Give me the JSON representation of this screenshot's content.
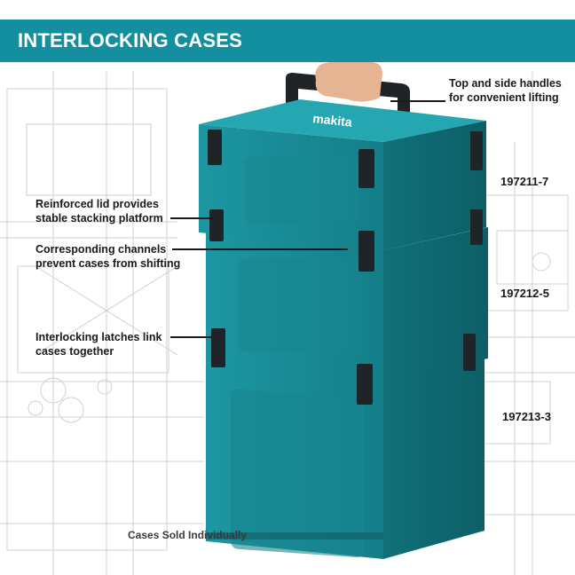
{
  "header": {
    "title": "INTERLOCKING CASES"
  },
  "callouts": {
    "handles": [
      "Top and side handles",
      "for convenient lifting"
    ],
    "lid": [
      "Reinforced lid provides",
      "stable stacking platform"
    ],
    "channels": [
      "Corresponding channels",
      "prevent cases from shifting"
    ],
    "latches": [
      "Interlocking latches link",
      "cases together"
    ]
  },
  "models": {
    "top": "197211-7",
    "middle": "197212-5",
    "bottom": "197213-3"
  },
  "footnote": "Cases Sold Individually",
  "colors": {
    "header_bg": "#138fa0",
    "case_teal": "#1a8d97",
    "case_dark": "#106a72",
    "latch": "#1e2428",
    "blueprint_line": "#c8cdd2"
  }
}
